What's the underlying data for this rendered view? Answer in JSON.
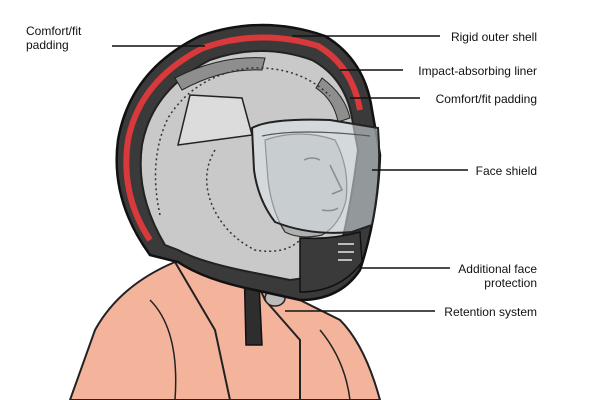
{
  "labels": {
    "comfort_left": "Comfort/fit padding",
    "rigid_shell": "Rigid outer shell",
    "impact_liner": "Impact-absorbing liner",
    "comfort_right": "Comfort/fit padding",
    "face_shield": "Face shield",
    "additional_face": "Additional face protection",
    "retention": "Retention system"
  },
  "colors": {
    "skin": "#f4b49c",
    "shell_dark": "#3a3a3a",
    "liner_red": "#d9393b",
    "helmet_gray": "#c9c9c9",
    "line": "#111111"
  }
}
